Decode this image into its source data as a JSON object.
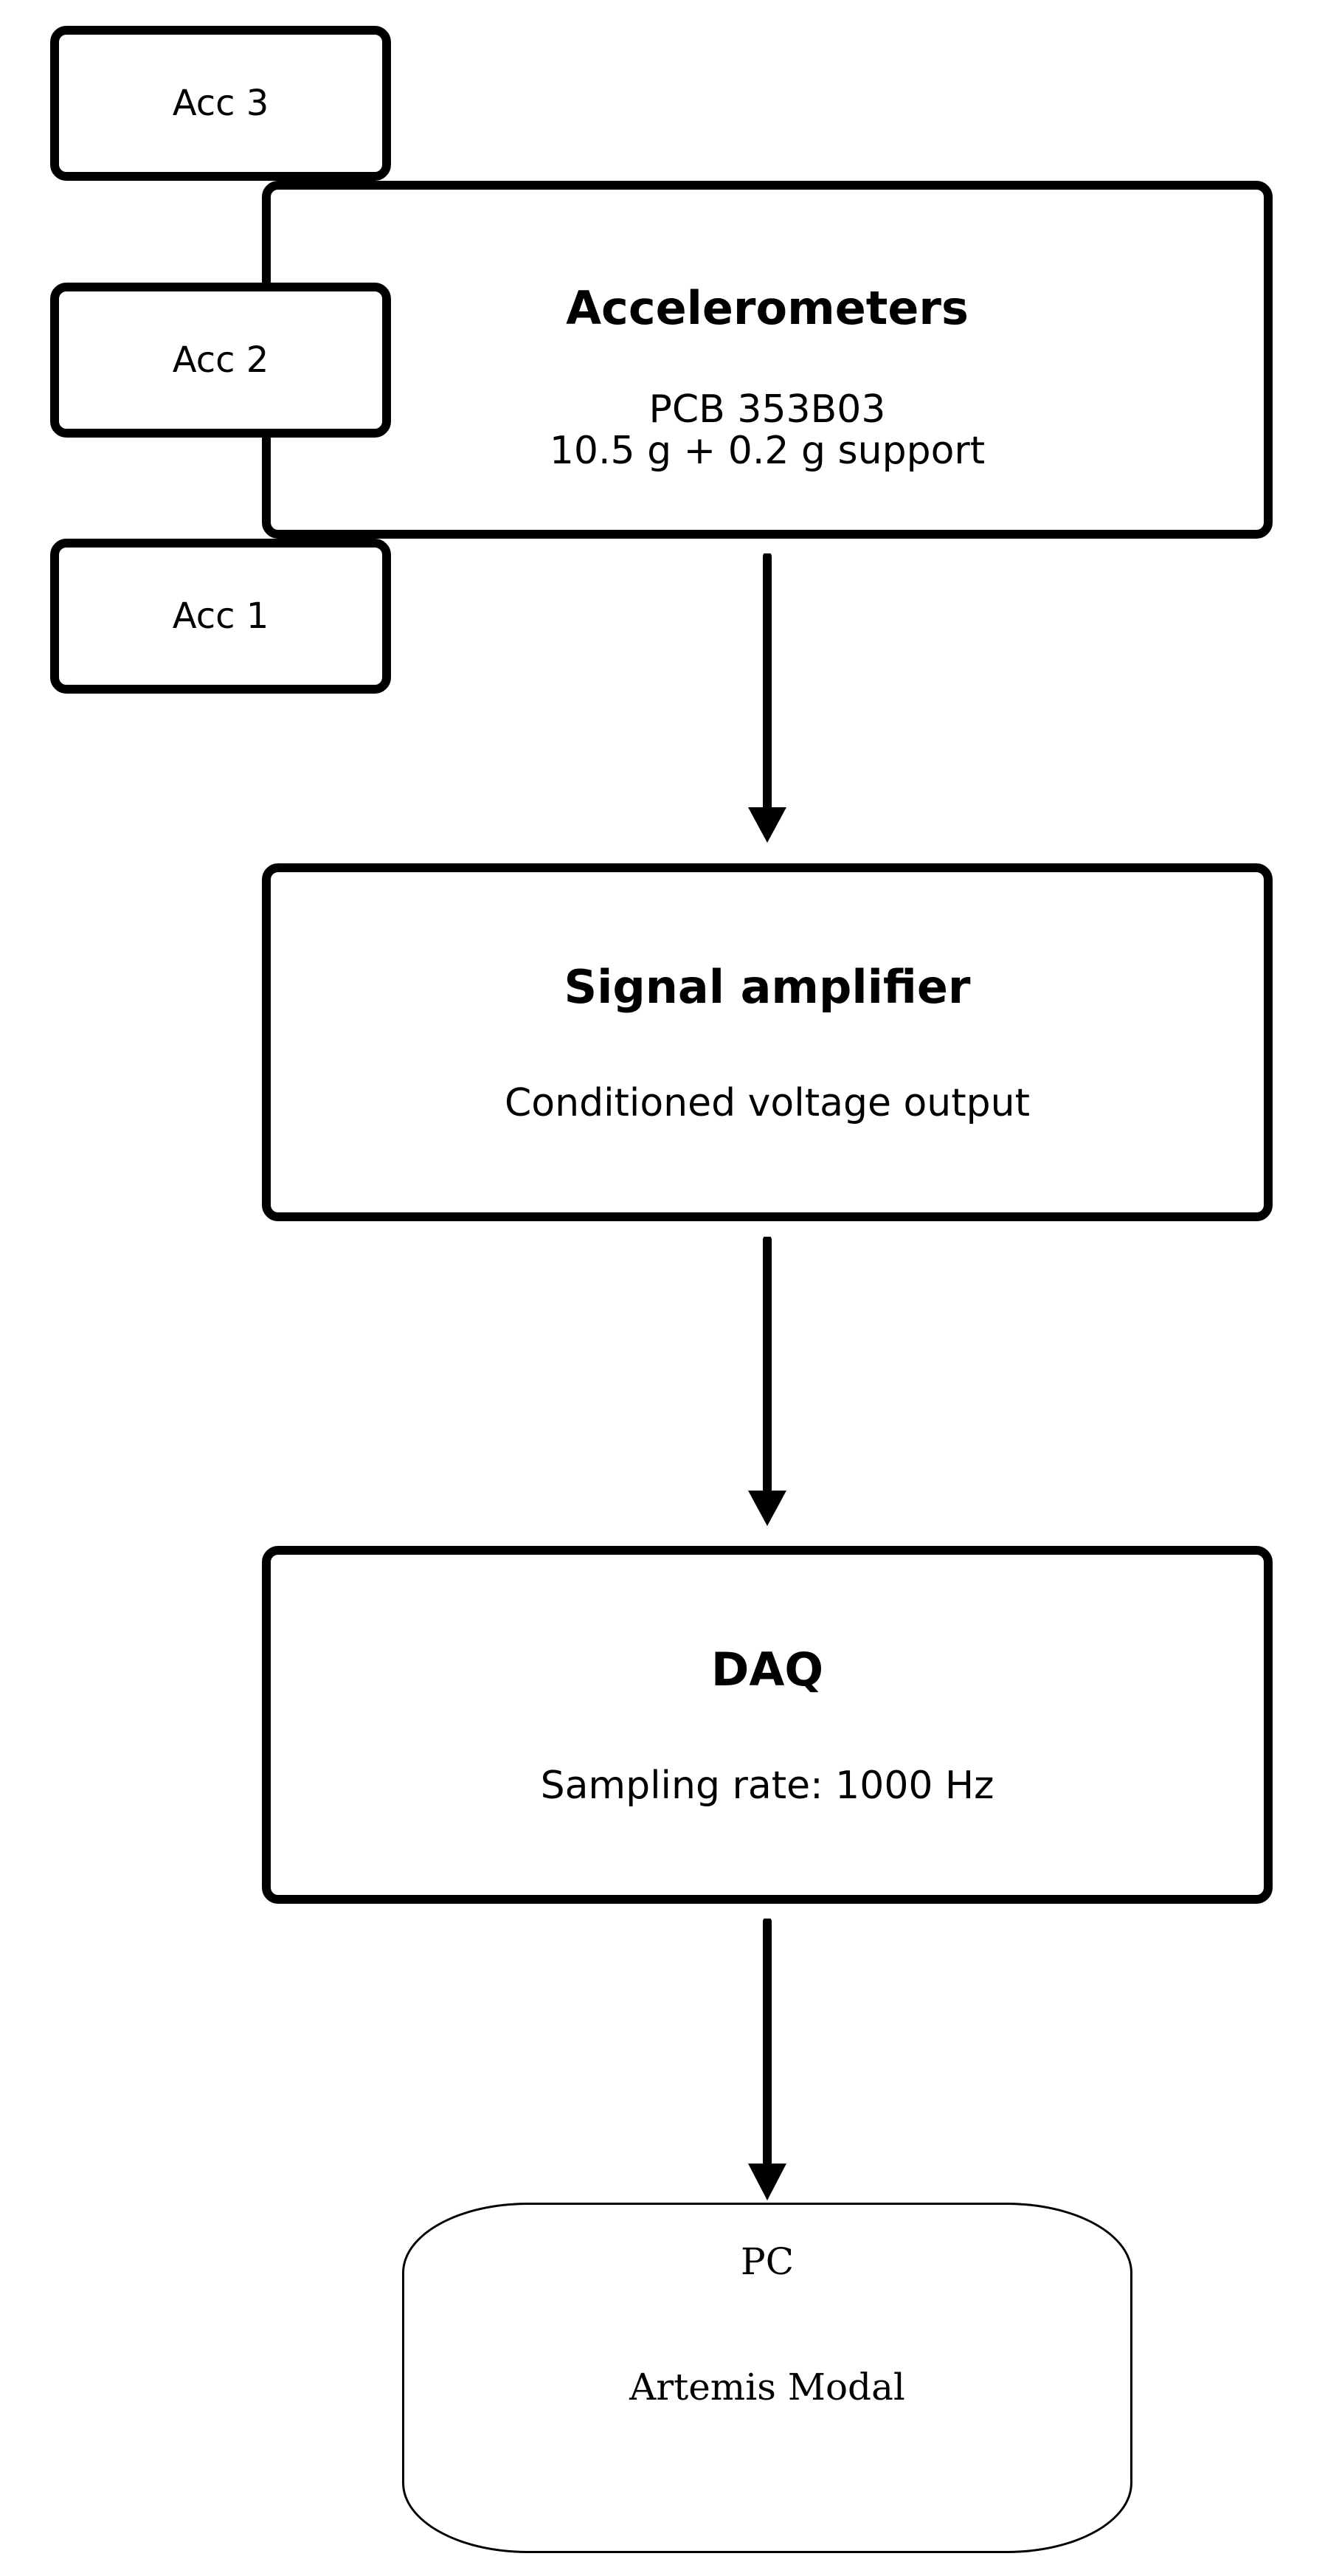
{
  "sensors": [
    {
      "label": "Acc 3"
    },
    {
      "label": "Acc 2"
    },
    {
      "label": "Acc 1"
    }
  ],
  "blocks": {
    "accelerometers": {
      "title": "Accelerometers",
      "line1": "PCB 353B03",
      "line2": "10.5 g + 0.2 g support"
    },
    "amplifier": {
      "title": "Signal amplifier",
      "line1": "Conditioned voltage output"
    },
    "daq": {
      "title": "DAQ",
      "line1": "Sampling rate: 1000 Hz"
    },
    "pc": {
      "title": "PC",
      "software": "Artemis Modal"
    }
  },
  "colors": {
    "stroke": "#000000",
    "background": "#ffffff"
  }
}
